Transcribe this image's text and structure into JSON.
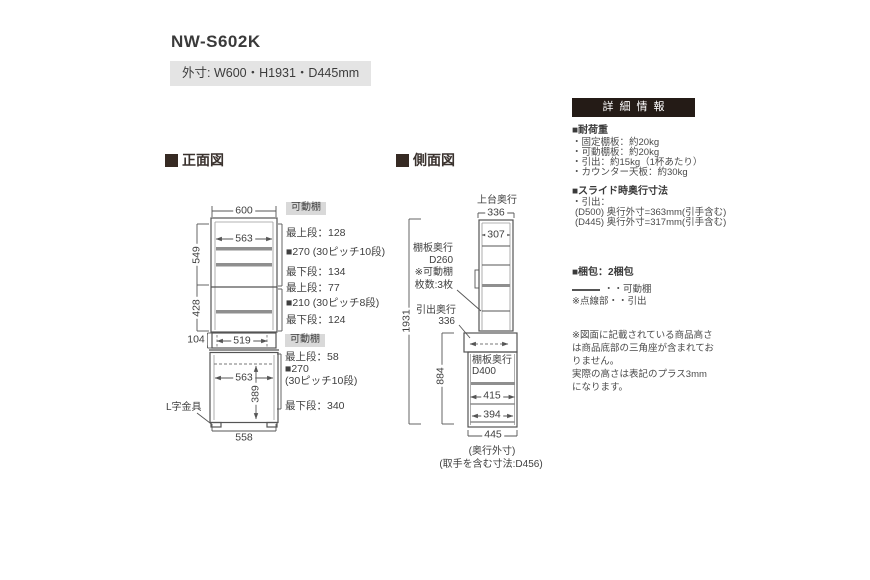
{
  "header": {
    "title": "NW-S602K",
    "outer_size": "外寸: W600・H1931・D445mm"
  },
  "front": {
    "heading_text": "正面図",
    "tag_upper": "可動棚",
    "tag_lower": "可動棚",
    "dim_600": "600",
    "dim_563_upper": "563",
    "dim_549": "549",
    "dim_428": "428",
    "dim_104": "104",
    "dim_519": "519",
    "dim_563_lower": "563",
    "dim_389": "389",
    "dim_558": "558",
    "l_bracket": "L字金具",
    "upper_lines": [
      "最上段：128",
      "■270 (30ピッチ10段)",
      "最下段：134",
      "最上段：77",
      "■210 (30ピッチ8段)",
      "最下段：124"
    ],
    "lower_lines": [
      "最上段：58",
      "■270",
      "(30ピッチ10段)",
      "最下段：340"
    ]
  },
  "side": {
    "heading_text": "側面図",
    "top_depth_label": "上台奥行",
    "dim_336_top": "336",
    "dim_307": "307",
    "shelf_label1": "棚板奥行",
    "shelf_label1_d": "D260",
    "shelf_note1": "※可動棚",
    "shelf_note2": "枚数:3枚",
    "drawer_label": "引出奥行",
    "dim_336_drawer": "336",
    "dim_1931": "1931",
    "dim_884": "884",
    "shelf_label2": "棚板奥行",
    "shelf_label2_d": "D400",
    "dim_415": "415",
    "dim_394": "394",
    "dim_445": "445",
    "note_outer": "(奥行外寸)",
    "note_handle": "(取手を含む寸法:D456)"
  },
  "details": {
    "header": "詳細情報",
    "load_title": "■耐荷重",
    "load_items": [
      "・固定棚板：約20kg",
      "・可動棚板：約20kg",
      "・引出：約15kg（1杯あたり）",
      "・カウンター天板：約30kg"
    ],
    "slide_title": "■スライド時奥行寸法",
    "slide_items": [
      "・引出：",
      "(D500) 奥行外寸=363mm(引手含む)",
      "(D445) 奥行外寸=317mm(引手含む)"
    ],
    "packing": "■梱包：2梱包",
    "legend_solid": "・・可動棚",
    "legend_dotted": "※点線部・・引出",
    "note": [
      "※図面に記載されている商品高さ",
      "は商品底部の三角座が含まれてお",
      "りません。",
      "実際の高さは表記のプラス3mm",
      "になります。"
    ]
  },
  "colors": {
    "panel_dark": "#241b16",
    "spec_box_gray": "#e4e4e4",
    "tag_gray": "#d9d9d9",
    "line_main": "#555555",
    "shelf_gray": "#8f8f8f"
  }
}
